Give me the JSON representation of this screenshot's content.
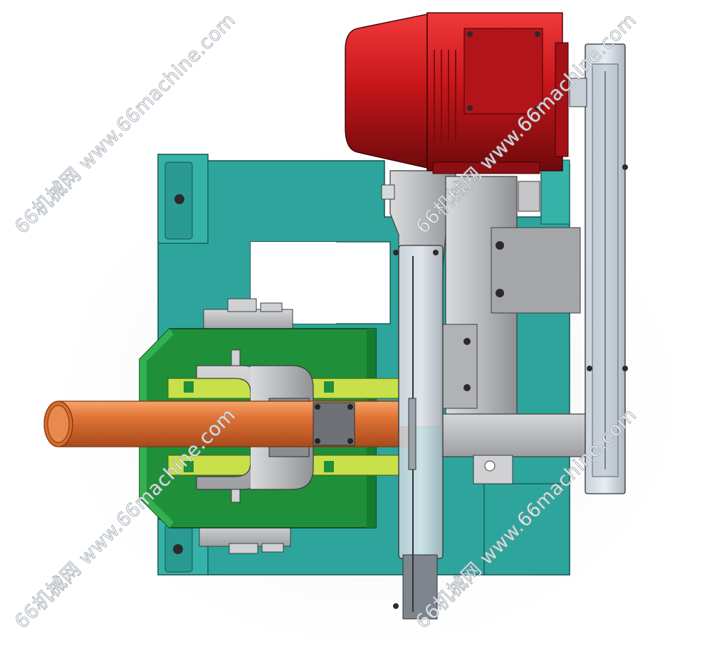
{
  "watermark": {
    "text": "66机械网 www.66machine.com",
    "color": "#9aa3ad"
  },
  "colors": {
    "background": "#ffffff",
    "frame_teal": "#2ea59c",
    "housing_green": "#1f8f3a",
    "motor_red": "#c8171b",
    "pipe_orange": "#e07436",
    "guide_yellow": "#c8e04a",
    "steel_gray": "#b9bbbd"
  },
  "parts": [
    "frame-plate",
    "drive-motor",
    "cutting-blade",
    "belt-guard",
    "clamp-housing",
    "copper-pipe",
    "chuck-bracket",
    "blade-arm"
  ]
}
